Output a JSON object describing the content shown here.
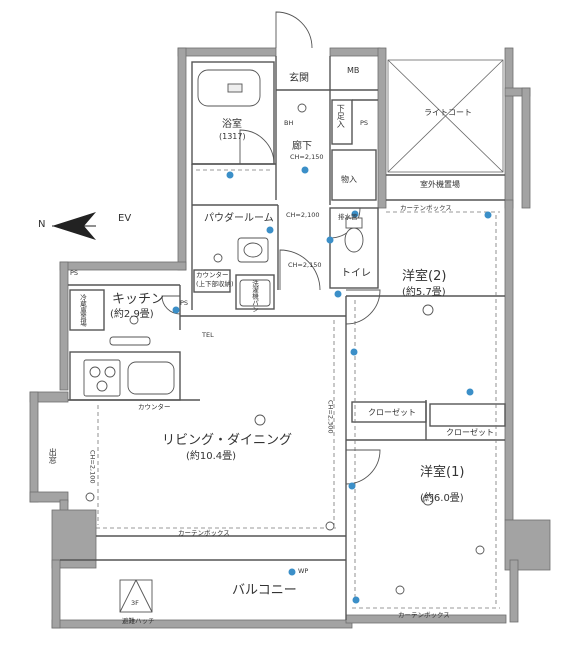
{
  "rooms": {
    "entrance": "玄関",
    "mb": "MB",
    "bathroom": "浴室",
    "bathroom_size": "(1317)",
    "corridor": "廊下",
    "shoe_storage": "下足入",
    "storage": "物入",
    "powder_room": "パウダールーム",
    "toilet": "トイレ",
    "kitchen": "キッチン",
    "kitchen_size": "(約2.9畳)",
    "fridge_space": "冷蔵庫置場",
    "counter_top": "カウンター",
    "counter_storage": "(上下部収納)",
    "washer": "洗濯機パン",
    "living": "リビング・ダイニング",
    "living_size": "(約10.4畳)",
    "western2": "洋室(2)",
    "western2_size": "(約5.7畳)",
    "western1": "洋室(1)",
    "western1_size": "(約6.0畳)",
    "closet_a": "クローゼット",
    "closet_b": "クローゼット",
    "balcony": "バルコニー",
    "light_court": "ライトコート",
    "outdoor_unit": "室外機置場",
    "bay_window": "出窓",
    "counter": "カウンター"
  },
  "annotations": {
    "curtain_box_top": "カーテンボックス",
    "curtain_box_mid": "カーテンボックス",
    "curtain_box_bottom": "カーテンボックス",
    "ch_corridor": "CH=2,150",
    "ch_powder": "CH=2,100",
    "ch_toilet": "CH=2,150",
    "ch_living": "CH=2,100",
    "ch_partition": "CH=2,300",
    "ps_1": "PS",
    "ps_2": "PS",
    "ps_3": "PS",
    "evac_hatch_floor": "3F",
    "evac_hatch": "避難ハッチ",
    "tel": "TEL",
    "pipe": "排水管",
    "bath_ctrl": "BH",
    "wp": "WP"
  },
  "compass": {
    "north_label": "N"
  },
  "ev_label": "EV",
  "colors": {
    "wall": "#9a9a9a",
    "line": "#555555",
    "symbol": "#3b8fc8"
  }
}
